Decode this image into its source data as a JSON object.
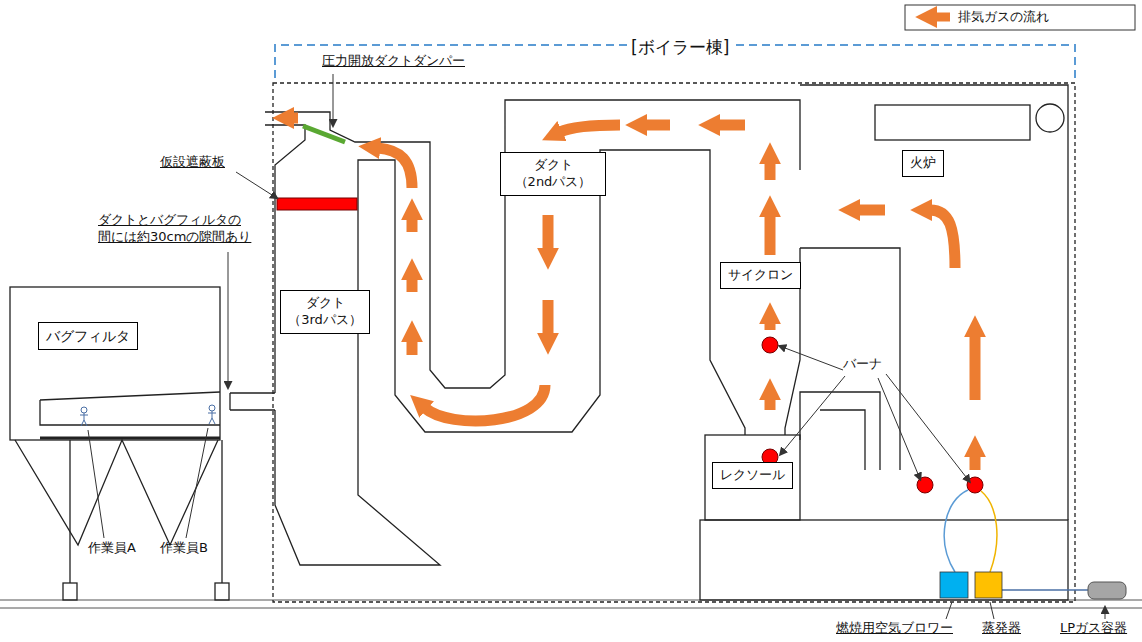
{
  "diagram": {
    "nodes": [
      {
        "text": [
          "バグフィルタ"
        ]
      },
      {
        "text": [
          "ダクト （3rdパス）"
        ]
      },
      {
        "text": [
          "ダクト （2ndパス）"
        ]
      },
      {
        "text": [
          "サイクロン"
        ]
      },
      {
        "text": [
          "火炉"
        ]
      },
      {
        "text": [
          "レクソール"
        ]
      }
    ],
    "labels": [
      "[ボイラー棟]",
      "圧力開放ダクトダンパー",
      "仮設遮蔽板",
      "ダクトとバグフィルタの 間には約30cmの隙間あり",
      "バーナ",
      "作業員A",
      "作業員B",
      "燃焼用空気ブロワー",
      "蒸発器",
      "LPガス容器"
    ],
    "legend": [
      {
        "text": "排気ガスの流れ"
      }
    ]
  }
}
